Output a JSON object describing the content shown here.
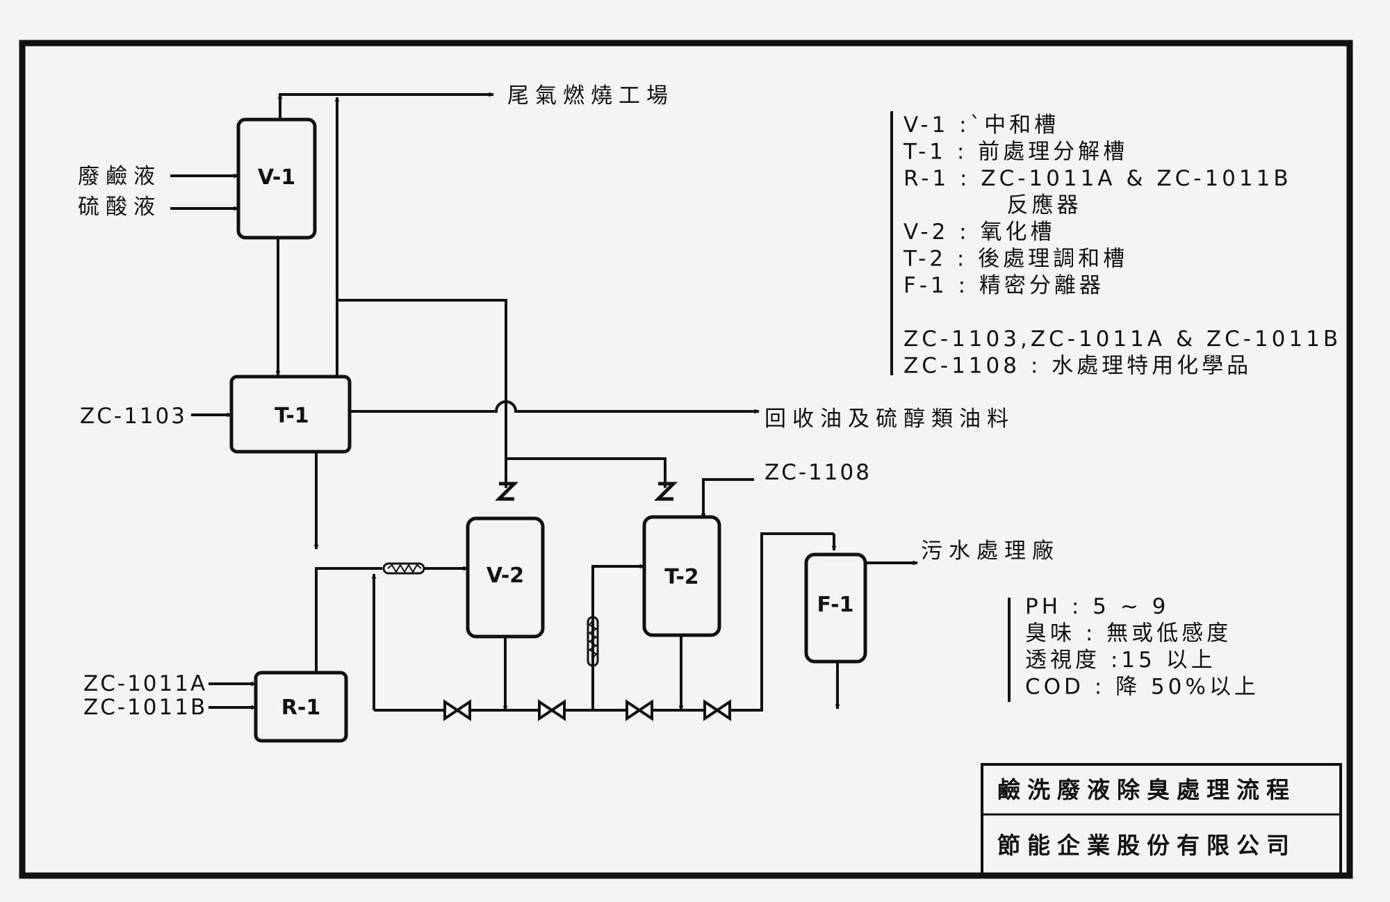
{
  "units": {
    "v1": "V-1",
    "t1": "T-1",
    "r1": "R-1",
    "v2": "V-2",
    "t2": "T-2",
    "f1": "F-1"
  },
  "streams": {
    "tail_gas": "尾氣燃燒工場",
    "spent_caustic": "廢鹼液",
    "sulfuric_acid": "硫酸液",
    "zc1103_in": "ZC-1103",
    "recovered_oil": "回收油及硫醇類油料",
    "zc1108_in": "ZC-1108",
    "wastewater_plant": "污水處理廠",
    "zc1011a_in": "ZC-1011A",
    "zc1011b_in": "ZC-1011B"
  },
  "legend": {
    "lines": [
      "V-1 :`中和槽",
      "T-1 : 前處理分解槽",
      "R-1 : ZC-1011A & ZC-1011B",
      "          反應器",
      "V-2 : 氧化槽",
      "T-2 : 後處理調和槽",
      "F-1 : 精密分離器",
      "",
      "ZC-1103,ZC-1011A & ZC-1011B",
      "ZC-1108 : 水處理特用化學品"
    ]
  },
  "spec": {
    "lines": [
      "PH : 5 ~ 9",
      "臭味 : 無或低感度",
      "透視度 :15 以上",
      "COD : 降 50%以上"
    ]
  },
  "title_block": {
    "title": "鹼洗廢液除臭處理流程",
    "company": "節能企業股份有限公司"
  }
}
